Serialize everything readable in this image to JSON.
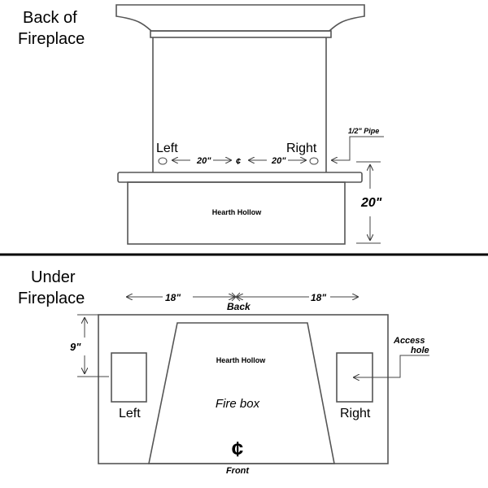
{
  "back": {
    "title_line1": "Back of",
    "title_line2": "Fireplace",
    "left_label": "Left",
    "right_label": "Right",
    "dim_left": "20\"",
    "dim_right": "20\"",
    "center_mark": "¢",
    "pipe_label": "1/2\" Pipe",
    "hearth_label": "Hearth Hollow",
    "height_label": "20\""
  },
  "under": {
    "title_line1": "Under",
    "title_line2": "Fireplace",
    "dim_left": "18\"",
    "dim_right": "18\"",
    "back_label": "Back",
    "depth_label": "9\"",
    "hearth_label": "Hearth Hollow",
    "firebox_label": "Fire box",
    "left_label": "Left",
    "right_label": "Right",
    "access_line1": "Access",
    "access_line2": "hole",
    "center_mark": "¢",
    "front_label": "Front"
  }
}
